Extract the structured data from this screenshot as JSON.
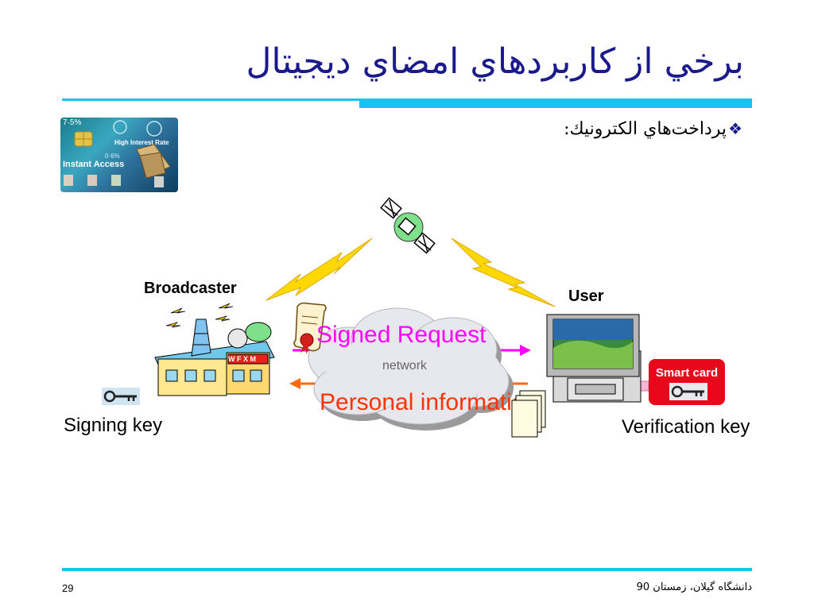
{
  "slide": {
    "title": "برخي از کاربردهاي امضاي ديجيتال",
    "bullet_symbol": "❖",
    "bullet_text": "پرداخت‌هاي الکترونيك:"
  },
  "thumbnail": {
    "rate": "7·5%",
    "high_interest": "High  Interest  Rate",
    "instant_access": "Instant Access",
    "small_rate": "0·6%"
  },
  "diagram": {
    "broadcaster_label": "Broadcaster",
    "user_label": "User",
    "signed_request": "Signed Request",
    "network": "network",
    "personal_information": "Personal information",
    "smart_card": "Smart card",
    "signing_key": "Signing key",
    "verification_key": "Verification key",
    "station_sign": "W F X M"
  },
  "footer": {
    "page_number": "29",
    "institution": "دانشگاه گيلان، زمستان 90"
  },
  "colors": {
    "title": "#1a1a8c",
    "accent_rule": "#19c3ee",
    "signed_request": "#ff00ff",
    "personal_information": "#ff3300",
    "smart_card": "#e8081c",
    "lightning": "#ffd800"
  }
}
